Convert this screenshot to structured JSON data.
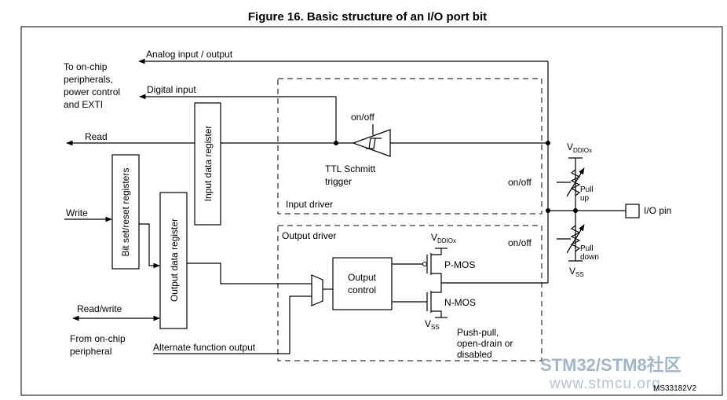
{
  "title": "Figure 16. Basic structure of an I/O port bit",
  "labels": {
    "analog_io": "Analog input / output",
    "to_onchip_1": "To on-chip",
    "to_onchip_2": "peripherals,",
    "to_onchip_3": "power control",
    "to_onchip_4": "and EXTI",
    "digital_input": "Digital input",
    "read": "Read",
    "write": "Write",
    "read_write": "Read/write",
    "from_onchip_1": "From on-chip",
    "from_onchip_2": "peripheral",
    "alt_func_out": "Alternate function output",
    "input_data_register": "Input data register",
    "output_data_register": "Output data register",
    "bit_set_reset": "Bit set/reset registers",
    "on_off_trigger": "on/off",
    "ttl_schmitt_1": "TTL Schmitt",
    "ttl_schmitt_2": "trigger",
    "input_driver": "Input driver",
    "output_driver": "Output driver",
    "output_control_1": "Output",
    "output_control_2": "control",
    "vddiox_top_main": "V",
    "vddiox_top_sub": "DDIOx",
    "vddiox_pmos_main": "V",
    "vddiox_pmos_sub": "DDIOx",
    "pmos": "P-MOS",
    "nmos": "N-MOS",
    "vss_nmos_main": "V",
    "vss_nmos_sub": "SS",
    "vss_pull_main": "V",
    "vss_pull_sub": "SS",
    "on_off_pullup": "on/off",
    "on_off_pulldown": "on/off",
    "pull_up_1": "Pull",
    "pull_up_2": "up",
    "pull_down_1": "Pull",
    "pull_down_2": "down",
    "io_pin": "I/O pin",
    "push_pull_1": "Push-pull,",
    "push_pull_2": "open-drain or",
    "push_pull_3": "disabled",
    "doc_id": "MS33182V2"
  },
  "watermark": {
    "line1": "STM32/STM8社区",
    "line2": "www.stmcu.org"
  },
  "colors": {
    "line": "#000000",
    "watermark_primary": "#9fb6cf",
    "watermark_secondary": "#b3c3d5"
  }
}
